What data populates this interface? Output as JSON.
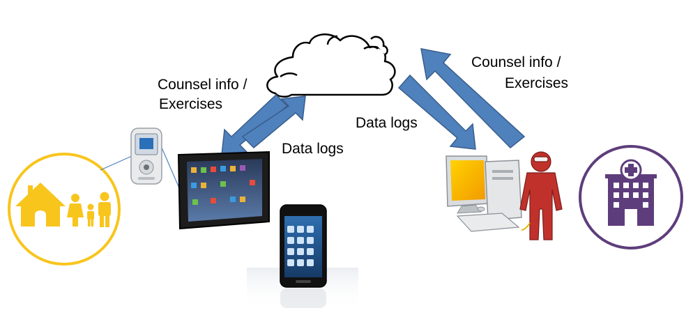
{
  "labels": {
    "left_counsel_line1": "Counsel info /",
    "left_counsel_line2": "Exercises",
    "left_data_logs": "Data logs",
    "right_data_logs": "Data logs",
    "right_counsel_line1": "Counsel info /",
    "right_counsel_line2": "Exercises"
  },
  "colors": {
    "home_accent": "#F8C51D",
    "hospital_accent": "#5E3D7C",
    "arrow_fill": "#4F81BD",
    "arrow_stroke": "#385D8A"
  },
  "icons": {
    "home": "family-home-icon",
    "hospital": "hospital-building-icon",
    "cloud": "cloud-icon",
    "glucose_meter": "glucose-meter-icon",
    "tablet": "tablet-icon",
    "smartphone": "smartphone-icon",
    "workstation": "desktop-computer-icon",
    "clinician": "clinician-figure-icon"
  }
}
